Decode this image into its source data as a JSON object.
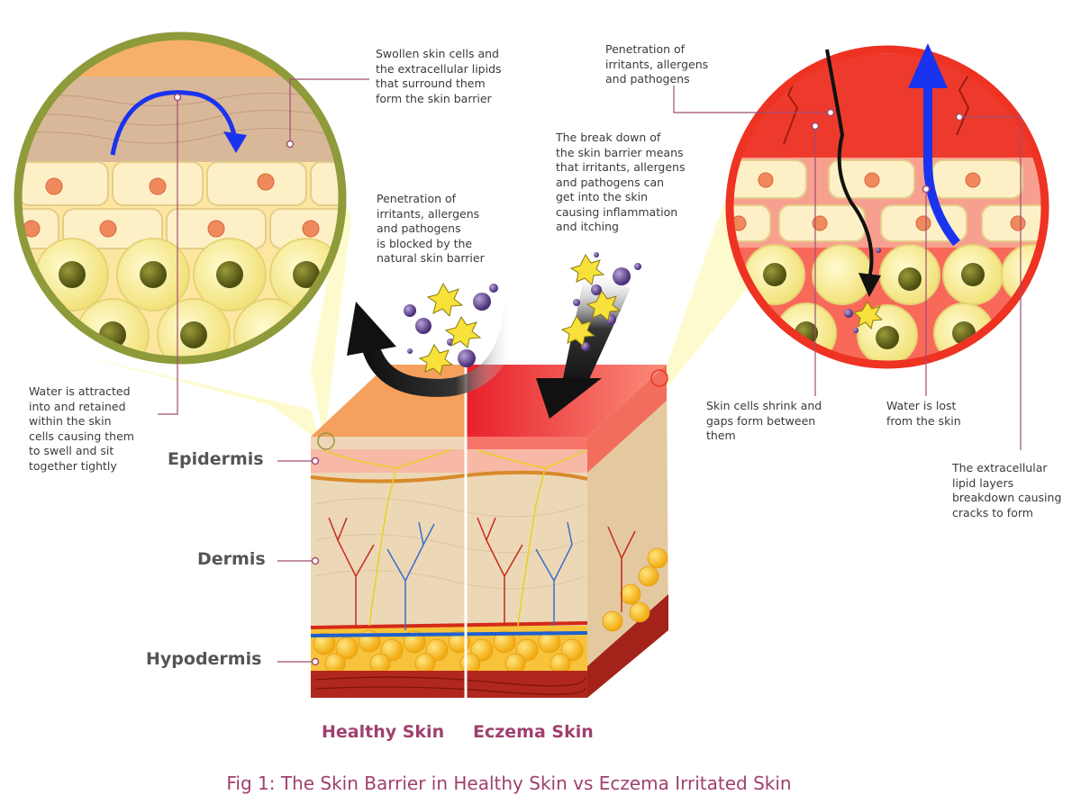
{
  "annotations": {
    "swollen_cells": "Swollen skin cells and\nthe extracellular lipids\nthat surround them\nform the skin barrier",
    "penetration_top": "Penetration of\nirritants, allergens\nand pathogens",
    "breakdown": "The break down of\nthe skin barrier means\nthat irritants, allergens\nand pathogens can\nget into the skin\ncausing inflammation\nand itching",
    "blocked": "Penetration of\nirritants, allergens\nand pathogens\nis blocked by the\nnatural skin barrier",
    "water_attracted": "Water is attracted\ninto and retained\nwithin the skin\ncells causing them\nto swell and sit\ntogether tightly",
    "cells_shrink": "Skin cells shrink and\ngaps form between\nthem",
    "water_lost": "Water is lost\nfrom the skin",
    "lipid_breakdown": "The extracellular\nlipid layers\nbreakdown causing\ncracks to form"
  },
  "layers": {
    "epidermis": "Epidermis",
    "dermis": "Dermis",
    "hypodermis": "Hypodermis"
  },
  "skin_labels": {
    "healthy": "Healthy Skin",
    "eczema": "Eczema Skin"
  },
  "caption": "Fig 1: The Skin Barrier in Healthy Skin vs Eczema Irritated Skin",
  "colors": {
    "accent": "#a0406e",
    "healthy_ring": "#8f9a3a",
    "eczema_ring": "#ee3323",
    "leader_line": "#a04d74",
    "water_arrow": "#1a33ee"
  }
}
